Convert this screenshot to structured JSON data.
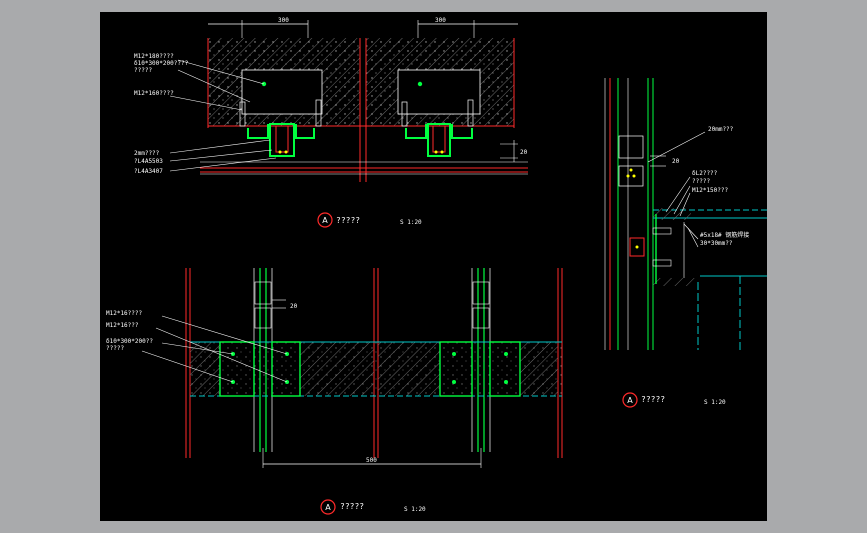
{
  "colors": {
    "background": "#a9aaac",
    "sheet": "#000000",
    "line_white": "#ffffff",
    "line_red": "#ff2a2a",
    "line_green": "#00ff40",
    "line_cyan": "#00c8c8",
    "hatch": "#9a9a9a",
    "bolt_yellow": "#ffff00"
  },
  "top_detail": {
    "dim_left": "300",
    "dim_right": "300",
    "labels": [
      "M12*180????",
      "δ10*300*200????",
      "?????",
      "M12*160????",
      "2mm????",
      "?L4A5503",
      "?L4A3407"
    ],
    "dim_side": "20"
  },
  "side_detail": {
    "dim_top": "20",
    "labels": [
      "20mm???",
      "δL2????",
      "?????",
      "M12*150???",
      "#5x18# 钢筋焊接",
      "30*30mm??"
    ],
    "side_20": "20"
  },
  "plan_detail": {
    "dim_side": "20",
    "labels": [
      "M12*16????",
      "M12*16???",
      "δ10*300*200??",
      "?????"
    ],
    "dim_bottom": "500"
  },
  "captions": [
    {
      "letter": "A",
      "title": "?????",
      "scale": "S 1:20"
    },
    {
      "letter": "A",
      "title": "?????",
      "scale": "S 1:20"
    },
    {
      "letter": "A",
      "title": "?????",
      "scale": "S 1:20"
    }
  ]
}
